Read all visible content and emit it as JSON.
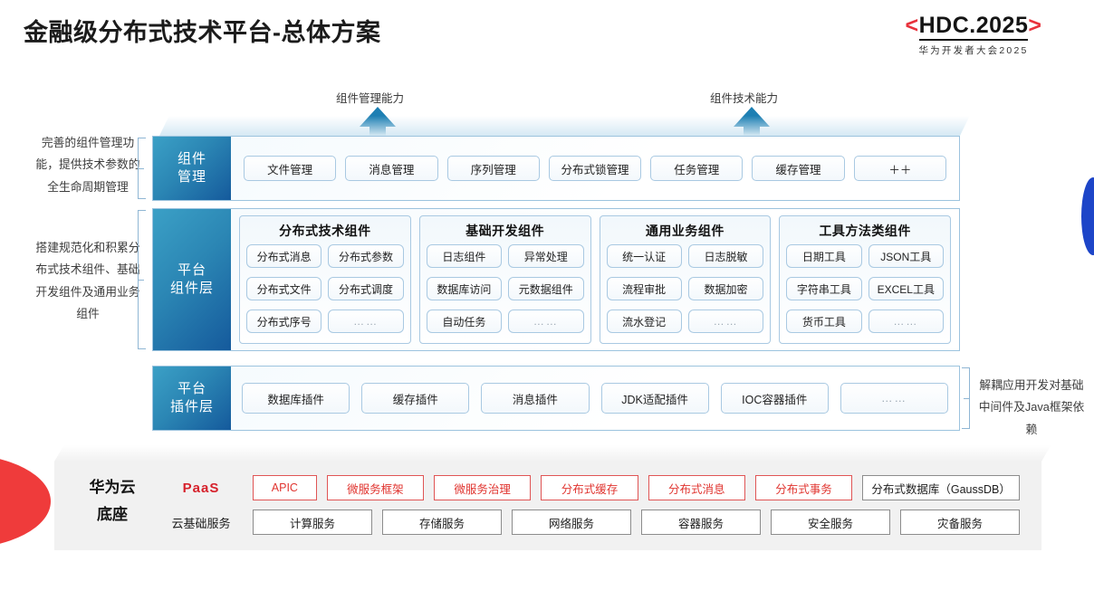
{
  "header": {
    "title": "金融级分布式技术平台-总体方案",
    "logo_main_left": "<",
    "logo_main_text": "HDC.2025",
    "logo_main_right": ">",
    "logo_sub": "华为开发者大会2025"
  },
  "arrows": [
    {
      "label": "组件管理能力",
      "name": "arrow-component-management-capability"
    },
    {
      "label": "组件技术能力",
      "name": "arrow-component-technology-capability"
    }
  ],
  "notes": {
    "left_1": "完善的组件管理功能，提供技术参数的全生命周期管理",
    "left_2": "搭建规范化和积累分布式技术组件、基础开发组件及通用业务组件",
    "right_1": "解耦应用开发对基础中间件及Java框架依赖"
  },
  "layers": {
    "management": {
      "label_line1": "组件",
      "label_line2": "管理",
      "items": [
        "文件管理",
        "消息管理",
        "序列管理",
        "分布式锁管理",
        "任务管理",
        "缓存管理",
        "＋＋"
      ]
    },
    "component": {
      "label_line1": "平台",
      "label_line2": "组件层",
      "groups": [
        {
          "title": "分布式技术组件",
          "items": [
            "分布式消息",
            "分布式参数",
            "分布式文件",
            "分布式调度",
            "分布式序号",
            "……"
          ]
        },
        {
          "title": "基础开发组件",
          "items": [
            "日志组件",
            "异常处理",
            "数据库访问",
            "元数据组件",
            "自动任务",
            "……"
          ]
        },
        {
          "title": "通用业务组件",
          "items": [
            "统一认证",
            "日志脱敏",
            "流程审批",
            "数据加密",
            "流水登记",
            "……"
          ]
        },
        {
          "title": "工具方法类组件",
          "items": [
            "日期工具",
            "JSON工具",
            "字符串工具",
            "EXCEL工具",
            "货币工具",
            "……"
          ]
        }
      ]
    },
    "plugin": {
      "label_line1": "平台",
      "label_line2": "插件层",
      "items": [
        "数据库插件",
        "缓存插件",
        "消息插件",
        "JDK适配插件",
        "IOC容器插件",
        "……"
      ]
    }
  },
  "base": {
    "title_line1": "华为云",
    "title_line2": "底座",
    "rows": [
      {
        "label": "PaaS",
        "label_style": "accent",
        "items": [
          {
            "text": "APIC",
            "style": "red",
            "flex": 0.62
          },
          {
            "text": "微服务框架",
            "style": "red",
            "flex": 0.95
          },
          {
            "text": "微服务治理",
            "style": "red",
            "flex": 0.95
          },
          {
            "text": "分布式缓存",
            "style": "red",
            "flex": 0.95
          },
          {
            "text": "分布式消息",
            "style": "red",
            "flex": 0.95
          },
          {
            "text": "分布式事务",
            "style": "red",
            "flex": 0.95
          },
          {
            "text": "分布式数据库（GaussDB）",
            "style": "gray",
            "flex": 1.55
          }
        ]
      },
      {
        "label": "云基础服务",
        "label_style": "plain",
        "items": [
          {
            "text": "计算服务",
            "style": "gray",
            "flex": 1
          },
          {
            "text": "存储服务",
            "style": "gray",
            "flex": 1
          },
          {
            "text": "网络服务",
            "style": "gray",
            "flex": 1
          },
          {
            "text": "容器服务",
            "style": "gray",
            "flex": 1
          },
          {
            "text": "安全服务",
            "style": "gray",
            "flex": 1
          },
          {
            "text": "灾备服务",
            "style": "gray",
            "flex": 1
          }
        ]
      }
    ]
  },
  "colors": {
    "accent_red": "#d6212b",
    "brand_blue": "#155a9c",
    "decor_blue": "#1d45c8",
    "decor_red": "#ef3b3b"
  }
}
